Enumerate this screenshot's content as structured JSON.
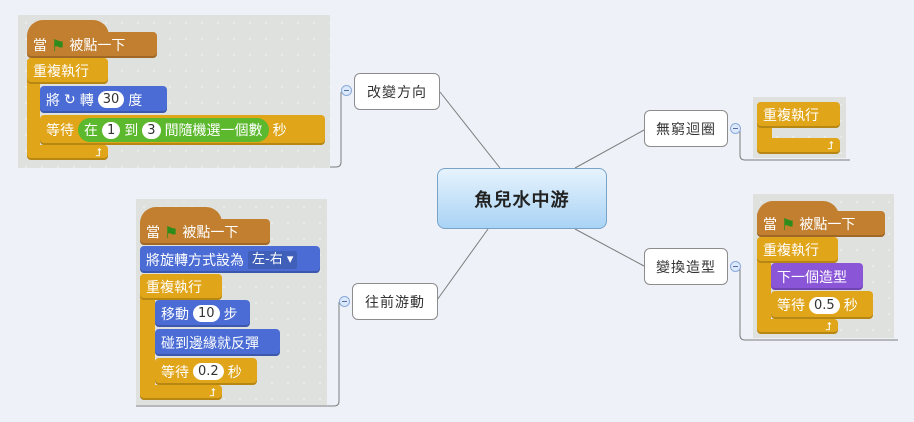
{
  "center": "魚兒水中游",
  "topics": [
    {
      "label": "改變方向"
    },
    {
      "label": "往前游動"
    },
    {
      "label": "無窮迴圈"
    },
    {
      "label": "變換造型"
    }
  ],
  "blocks": {
    "when": "當",
    "clicked": "被點一下",
    "forever": "重複執行",
    "turn_pre": "將",
    "turn_mid": "轉",
    "turn_deg": "30",
    "turn_post": "度",
    "wait": "等待",
    "random_pre": "在",
    "random_from": "1",
    "random_to_word": "到",
    "random_to": "3",
    "random_post": "間隨機選一個數",
    "sec": "秒",
    "rot_style": "將旋轉方式設為",
    "rot_value": "左-右",
    "move": "移動",
    "move_steps": "10",
    "move_post": "步",
    "bounce": "碰到邊緣就反彈",
    "wait_a": "0.2",
    "next_costume": "下一個造型",
    "wait_b": "0.5"
  },
  "colors": {
    "motion": "#4a6cd4",
    "control": "#e0a519",
    "events": "#c27f30",
    "looks": "#8a55d7",
    "operators": "#5cb82d"
  }
}
